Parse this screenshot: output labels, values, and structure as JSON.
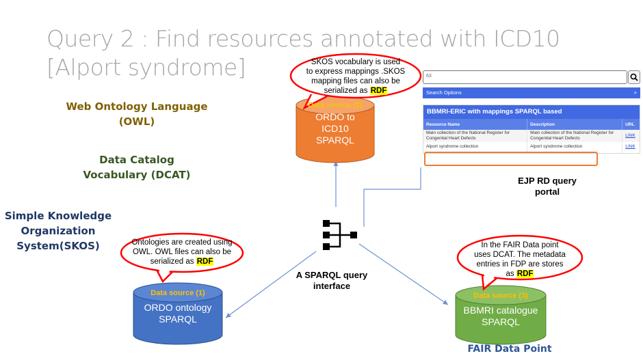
{
  "title": {
    "line1": "Query 2 : Find resources annotated with ICD10",
    "line2": "[Alport syndrome]"
  },
  "languages": {
    "owl": [
      "Web Ontology Language",
      "(OWL)"
    ],
    "dcat": [
      "Data Catalog",
      "Vocabulary (DCAT)"
    ],
    "skos": [
      "Simple Knowledge",
      "Organization",
      "System(SKOS)"
    ]
  },
  "bubbles": {
    "skos": {
      "lines": [
        "SKOS vocabulary is used",
        "to express mappings .SKOS",
        "mapping files can also be"
      ],
      "last_prefix": "serialized as ",
      "highlight": "RDF"
    },
    "owl": {
      "lines": [
        "Ontologies are created using",
        "OWL. OWL files can also be"
      ],
      "last_prefix": "serialized as ",
      "highlight": "RDF"
    },
    "fdp": {
      "lines": [
        "In the FAIR Data point",
        "uses DCAT. The metadata",
        "entries in FDP are stores"
      ],
      "last_prefix": "as ",
      "highlight": "RDF"
    }
  },
  "data_sources": [
    {
      "label": "Data source (1)",
      "name": [
        "ORDO ontology",
        "SPARQL"
      ],
      "color": "#4472c4"
    },
    {
      "label": "Data source (2)",
      "name": [
        "ORDO to",
        "ICD10",
        "SPARQL"
      ],
      "color": "#ed7d31"
    },
    {
      "label": "Data source (3)",
      "name": [
        "BBMRI catalogue",
        "SPARQL"
      ],
      "color": "#70ad47"
    }
  ],
  "sparql_interface": {
    "icon": "hierarchy-icon",
    "label": [
      "A SPARQL query",
      "interface"
    ]
  },
  "portal": {
    "search_value": "63",
    "search_icon": "search-icon",
    "options_label": "Search Options",
    "options_toggle": "+",
    "results_title": "BBMRI-ERIC with mappings SPARQL based",
    "columns": [
      "Resource Name",
      "Description",
      "URL"
    ],
    "rows": [
      {
        "name": "Main collection of the National Register for Congenital Heart Defects",
        "description": "Main collection of the National Register for Congenital Heart Defects",
        "url": "LINK"
      },
      {
        "name": "Alport syndrome collection",
        "description": "Alport syndrome collection",
        "url": "LINK"
      }
    ],
    "label": [
      "EJP RD query",
      "portal"
    ]
  },
  "fair_label": "FAIR Data Point",
  "colors": {
    "bubble_border": "#ff0000",
    "arrow": "#6f8fd6",
    "highlight_box": "#ed7d31",
    "rdf_highlight": "#ffff00"
  }
}
